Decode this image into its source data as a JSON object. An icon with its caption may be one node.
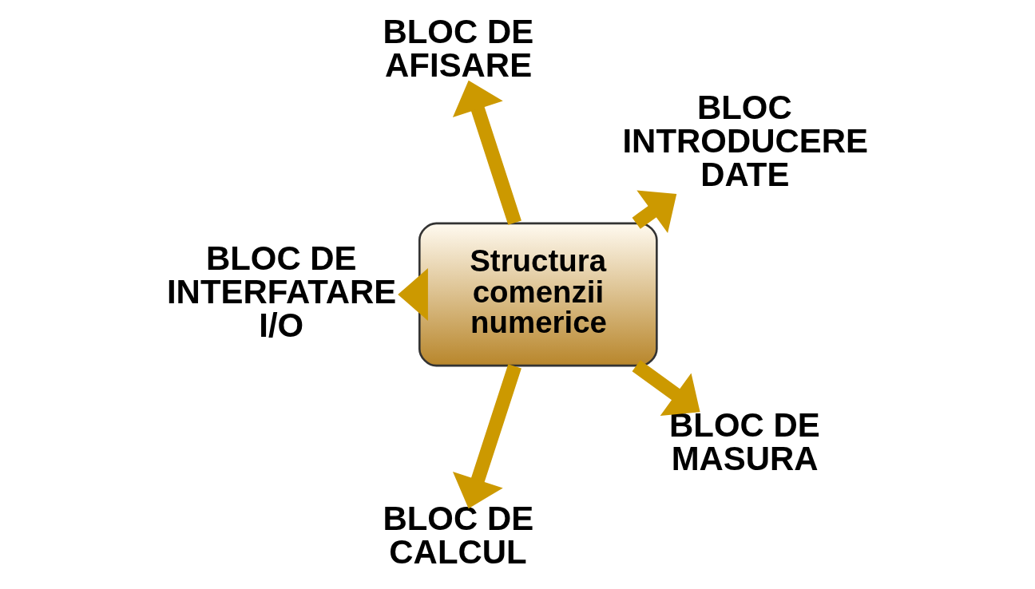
{
  "diagram": {
    "nodes": [
      {
        "text": [
          "BLOC INTRODUCERE DATE"
        ]
      },
      {
        "text": [
          "BLOC DE AFISARE"
        ]
      },
      {
        "text": [
          "Structura comenzii numerice"
        ]
      },
      {
        "text": [
          "BLOC DE INTERFATARE I/O"
        ]
      },
      {
        "text": [
          "BLOC DE CALCUL"
        ]
      },
      {
        "text": [
          "BLOC DE MASURA"
        ]
      }
    ],
    "edges": [
      {
        "from": 2,
        "to": 0,
        "arrow": "to"
      },
      {
        "from": 2,
        "to": 1,
        "arrow": "to"
      },
      {
        "from": 2,
        "to": 3,
        "arrow": "to"
      },
      {
        "from": 2,
        "to": 5,
        "arrow": "to"
      },
      {
        "from": 2,
        "to": 4,
        "arrow": "to"
      }
    ]
  }
}
